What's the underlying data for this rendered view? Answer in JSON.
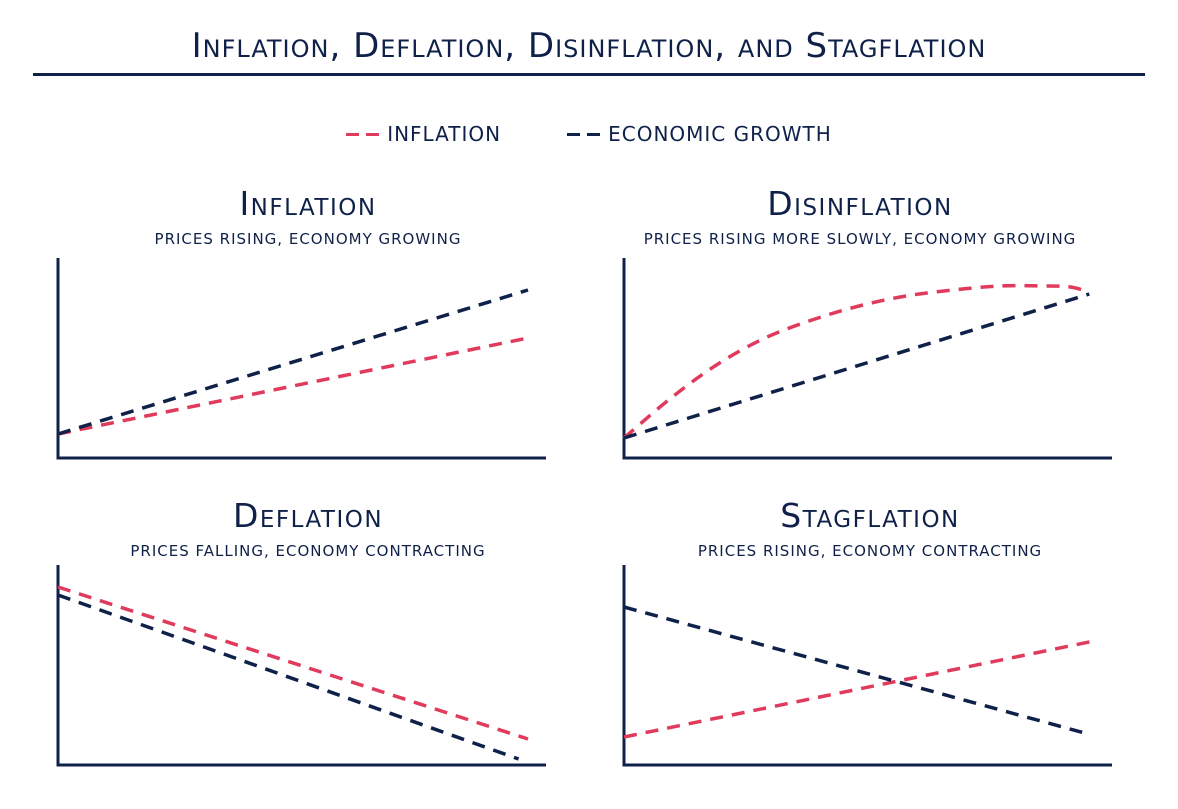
{
  "title": "Inflation, Deflation, Disinflation, and Stagflation",
  "legend": [
    {
      "label": "INFLATION",
      "color": "#e03a5c"
    },
    {
      "label": "ECONOMIC GROWTH",
      "color": "#0f2149"
    }
  ],
  "chart_data": [
    {
      "type": "line",
      "title": "Inflation",
      "subtitle": "PRICES RISING, ECONOMY GROWING",
      "xlabel": "",
      "ylabel": "",
      "xlim": [
        0,
        10
      ],
      "ylim": [
        0,
        10
      ],
      "grid": false,
      "series": [
        {
          "name": "INFLATION",
          "color": "#e03a5c",
          "x": [
            0,
            10
          ],
          "y": [
            1.2,
            6.0
          ]
        },
        {
          "name": "ECONOMIC GROWTH",
          "color": "#0f2149",
          "x": [
            0,
            10
          ],
          "y": [
            1.2,
            8.4
          ]
        }
      ]
    },
    {
      "type": "line",
      "title": "Disinflation",
      "subtitle": "PRICES RISING MORE SLOWLY, ECONOMY GROWING",
      "xlabel": "",
      "ylabel": "",
      "xlim": [
        0,
        10
      ],
      "ylim": [
        0,
        10
      ],
      "grid": false,
      "series": [
        {
          "name": "INFLATION",
          "color": "#e03a5c",
          "x": [
            0,
            1,
            2,
            3,
            4,
            5,
            6,
            7,
            8,
            9,
            9.5,
            9.9
          ],
          "y": [
            1.0,
            3.0,
            4.7,
            6.0,
            6.9,
            7.6,
            8.1,
            8.4,
            8.6,
            8.6,
            8.55,
            8.3
          ]
        },
        {
          "name": "ECONOMIC GROWTH",
          "color": "#0f2149",
          "x": [
            0,
            9.9
          ],
          "y": [
            1.0,
            8.2
          ]
        }
      ]
    },
    {
      "type": "line",
      "title": "Deflation",
      "subtitle": "PRICES FALLING, ECONOMY CONTRACTING",
      "xlabel": "",
      "ylabel": "",
      "xlim": [
        0,
        10
      ],
      "ylim": [
        0,
        10
      ],
      "grid": false,
      "series": [
        {
          "name": "INFLATION",
          "color": "#e03a5c",
          "x": [
            0,
            10
          ],
          "y": [
            8.9,
            1.3
          ]
        },
        {
          "name": "ECONOMIC GROWTH",
          "color": "#0f2149",
          "x": [
            0,
            9.8
          ],
          "y": [
            8.5,
            0.3
          ]
        }
      ]
    },
    {
      "type": "line",
      "title": "Stagflation",
      "subtitle": "PRICES RISING, ECONOMY CONTRACTING",
      "xlabel": "",
      "ylabel": "",
      "xlim": [
        0,
        10
      ],
      "ylim": [
        0,
        10
      ],
      "grid": false,
      "series": [
        {
          "name": "INFLATION",
          "color": "#e03a5c",
          "x": [
            0,
            10
          ],
          "y": [
            1.4,
            6.2
          ]
        },
        {
          "name": "ECONOMIC GROWTH",
          "color": "#0f2149",
          "x": [
            0,
            9.8
          ],
          "y": [
            7.9,
            1.6
          ]
        }
      ]
    }
  ]
}
